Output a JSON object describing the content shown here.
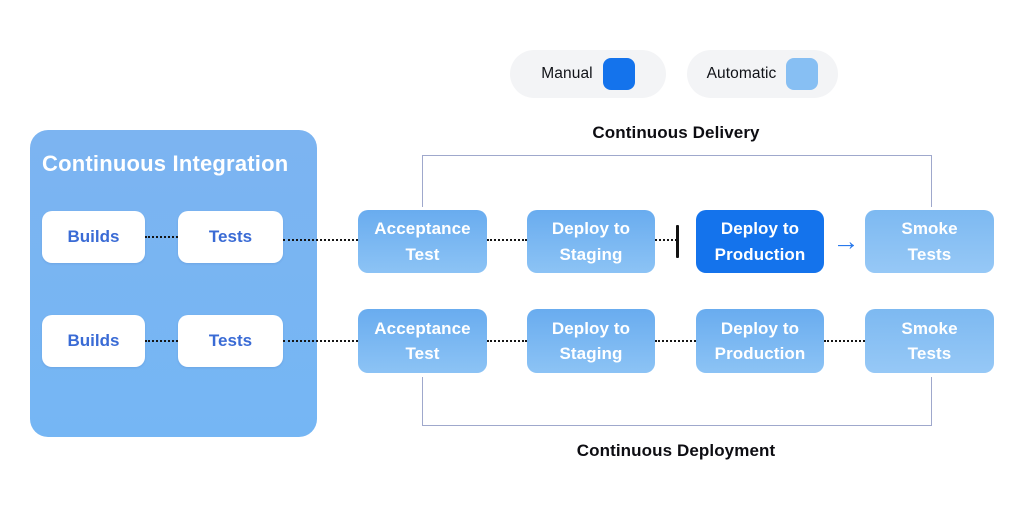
{
  "legend": {
    "items": [
      {
        "label": "Manual",
        "color": "#1473EC"
      },
      {
        "label": "Automatic",
        "color": "#87BFF3"
      }
    ]
  },
  "ci": {
    "title": "Continuous Integration",
    "rows": [
      {
        "steps": [
          {
            "label": "Builds"
          },
          {
            "label": "Tests"
          }
        ]
      },
      {
        "steps": [
          {
            "label": "Builds"
          },
          {
            "label": "Tests"
          }
        ]
      }
    ]
  },
  "pipeline": {
    "delivery_label": "Continuous Delivery",
    "deployment_label": "Continuous Deployment",
    "rows": [
      {
        "steps": [
          {
            "label": "Acceptance\nTest",
            "mode": "automatic"
          },
          {
            "label": "Deploy to\nStaging",
            "mode": "automatic"
          },
          {
            "label": "Deploy to\nProduction",
            "mode": "manual"
          },
          {
            "label": "Smoke\nTests",
            "mode": "automatic"
          }
        ]
      },
      {
        "steps": [
          {
            "label": "Acceptance\nTest",
            "mode": "automatic"
          },
          {
            "label": "Deploy to\nStaging",
            "mode": "automatic"
          },
          {
            "label": "Deploy to\nProduction",
            "mode": "automatic"
          },
          {
            "label": "Smoke\nTests",
            "mode": "automatic"
          }
        ]
      }
    ],
    "manual_gate_icon": "|",
    "auto_arrow_icon": "→"
  },
  "colors": {
    "manual_blue": "#1473EC",
    "automatic_blue_top": "#69ACEF",
    "automatic_blue_bottom": "#8CC3F5",
    "ci_container_blue": "#7AB5F2",
    "ci_step_text_blue": "#3A6BD5",
    "bracket_line": "#9FA8CC",
    "legend_pill_bg": "#F3F4F6",
    "dotted_line": "#151515"
  }
}
